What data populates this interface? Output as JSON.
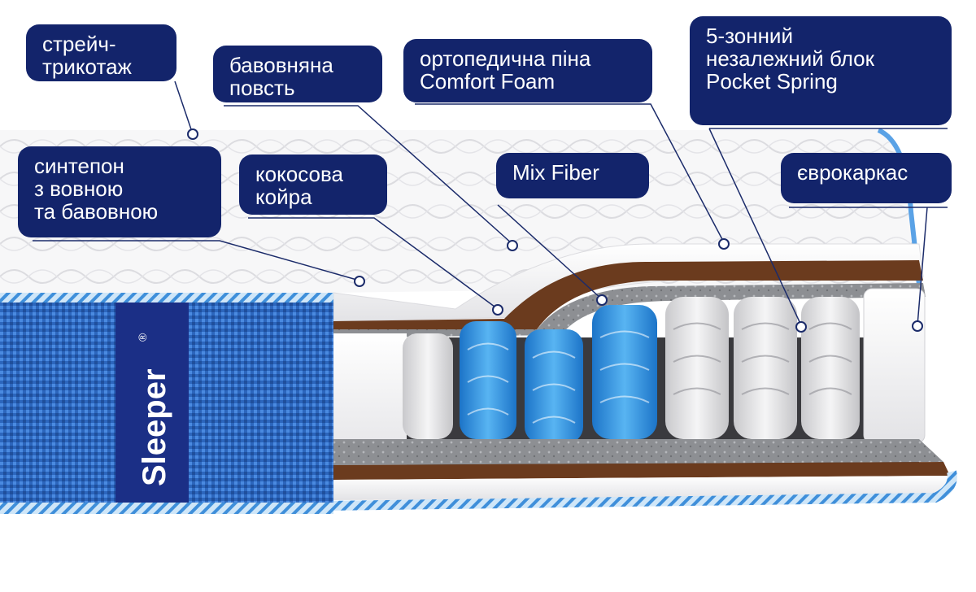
{
  "brand": {
    "name": "Sleeper",
    "mark": "®"
  },
  "callouts": [
    {
      "id": "stretch-knit",
      "lines": [
        "стрейч-",
        "трикотаж"
      ]
    },
    {
      "id": "cotton-felt",
      "lines": [
        "бавовняна",
        "повсть"
      ]
    },
    {
      "id": "ortho-foam",
      "lines": [
        "ортопедична піна",
        "Comfort Foam"
      ]
    },
    {
      "id": "pocket-spring",
      "lines": [
        "5-зонний",
        "незалежний блок",
        "Pocket Spring"
      ]
    },
    {
      "id": "synthepon",
      "lines": [
        "синтепон",
        "з вовною",
        "та бавовною"
      ]
    },
    {
      "id": "coconut-coir",
      "lines": [
        "кокосова",
        "койра"
      ]
    },
    {
      "id": "mix-fiber",
      "lines": [
        "Mix Fiber"
      ]
    },
    {
      "id": "euro-frame",
      "lines": [
        "єврокаркас"
      ]
    }
  ],
  "colors": {
    "label_bg": "#13246b",
    "label_text": "#ffffff",
    "side_fabric": "#2f6fc4",
    "brand_strip": "#1b2f86",
    "coir": "#6b3b1e",
    "felt": "#8a8a8a",
    "spring_blue": "#2a8fe0",
    "spring_white": "#e6e6e6",
    "foam": "#f2f2f2"
  }
}
